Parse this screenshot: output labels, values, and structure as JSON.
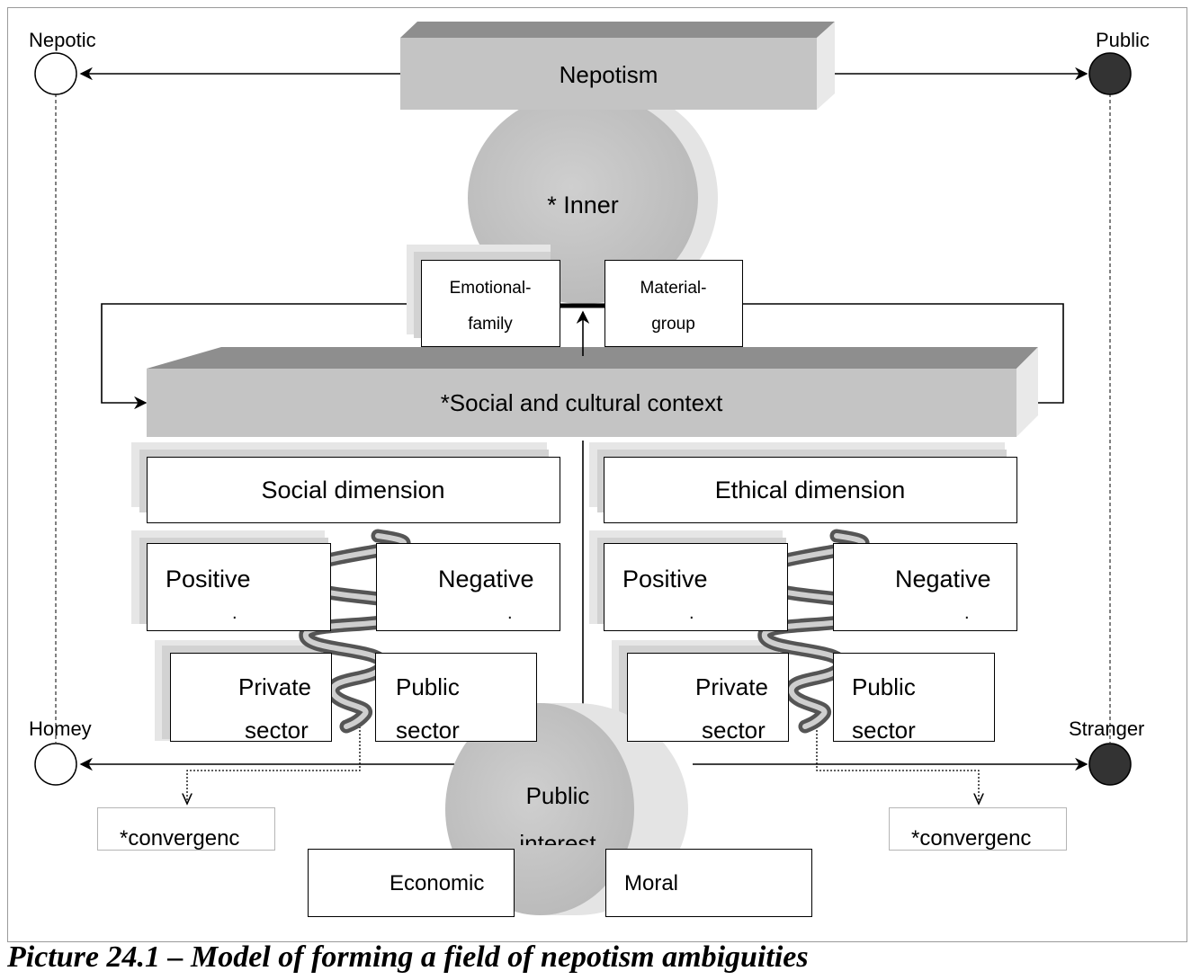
{
  "figure": {
    "corners": {
      "nepotic": "Nepotic",
      "public": "Public",
      "homey": "Homey",
      "stranger": "Stranger"
    },
    "top_bar": "Nepotism",
    "inner_cylinder": "* Inner",
    "inner_boxes": {
      "left": [
        "Emotional-",
        "family"
      ],
      "right": [
        "Material-",
        "group"
      ]
    },
    "context_bar": "*Social and cultural context",
    "social": {
      "title": "Social dimension",
      "positive": "Positive",
      "negative": "Negative",
      "dot": ".",
      "private": [
        "Private",
        "sector"
      ],
      "public": [
        "Public",
        "sector"
      ]
    },
    "ethical": {
      "title": "Ethical dimension",
      "positive": "Positive",
      "negative": "Negative",
      "dot": ".",
      "private": [
        "Private",
        "sector"
      ],
      "public": [
        "Public",
        "sector"
      ]
    },
    "convergence_left": "*convergenc",
    "convergence_right": "*convergenc",
    "public_interest": [
      "Public",
      "interest"
    ],
    "bottom": {
      "economic": "Economic",
      "moral": "Moral"
    },
    "colors": {
      "bar": "#c4c4c4",
      "bar_top": "#8e8e8e",
      "bar_side": "#e9e9e9",
      "node_dark": "#333333"
    }
  },
  "caption": "Picture 24.1 – Model of forming a field of nepotism ambiguities"
}
